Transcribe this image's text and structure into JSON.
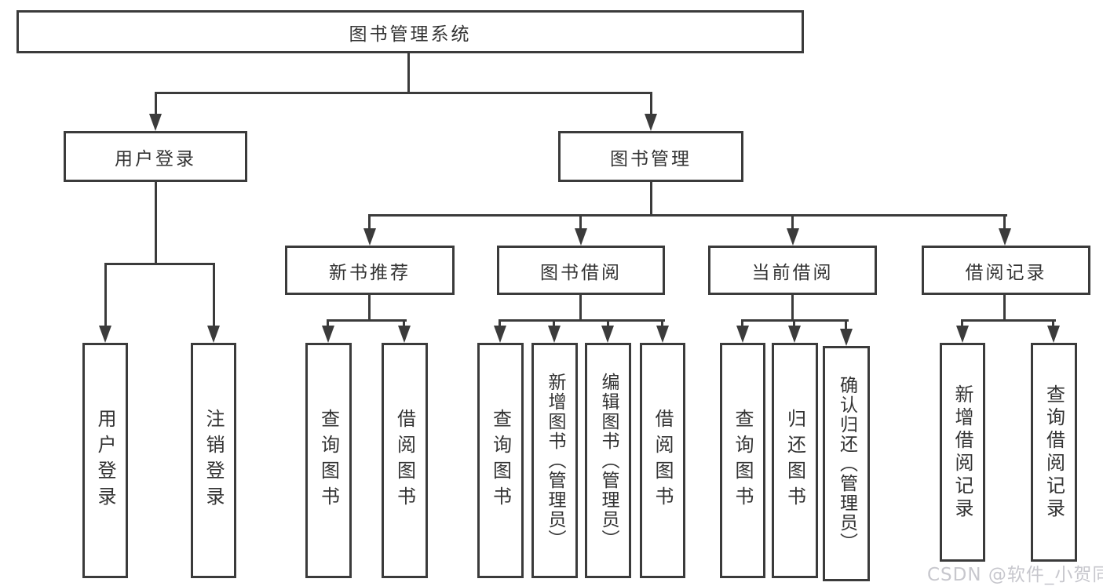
{
  "diagram": {
    "title": "图书管理系统",
    "level1": [
      {
        "label": "用户登录"
      },
      {
        "label": "图书管理"
      }
    ],
    "login_children": [
      "用户登录",
      "注销登录"
    ],
    "modules": [
      {
        "label": "新书推荐",
        "children": [
          "查询图书",
          "借阅图书"
        ]
      },
      {
        "label": "图书借阅",
        "children": [
          "查询图书",
          "新增图书（管理员）",
          "编辑图书（管理员）",
          "借阅图书"
        ]
      },
      {
        "label": "当前借阅",
        "children": [
          "查询图书",
          "归还图书",
          "确认归还（管理员）"
        ]
      },
      {
        "label": "借阅记录",
        "children": [
          "新增借阅记录",
          "查询借阅记录"
        ]
      }
    ]
  },
  "watermark": {
    "text": "CSDN @软件_小贺同学"
  },
  "colors": {
    "line": "#3b3b3b",
    "text": "#333333",
    "watermark": "#c4c4ca",
    "background": "#ffffff"
  }
}
